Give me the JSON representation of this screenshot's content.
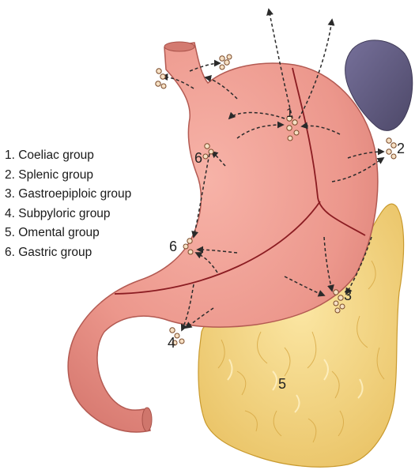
{
  "legend": [
    "1. Coeliac group",
    "2. Splenic group",
    "3. Gastroepiploic group",
    "4. Subpyloric group",
    "5. Omental group",
    "6. Gastric group"
  ],
  "labels": {
    "coeliac": "1",
    "splenic": "2",
    "gastroepiploic": "3",
    "subpyloric": "4",
    "omental": "5",
    "gastric_upper": "6",
    "gastric_lower": "6"
  },
  "colors": {
    "stomach": "#ec9a90",
    "stomach_edge": "#b35a52",
    "spleen": "#5f5a7e",
    "omentum": "#f1d27a",
    "omentum_edge": "#c99a2e",
    "arrow": "#2a2a2a",
    "divider": "#8b1c22"
  }
}
